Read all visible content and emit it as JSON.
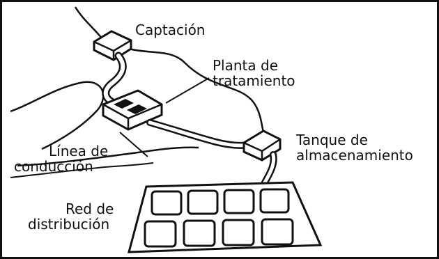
{
  "labels": {
    "captacion": "Captación",
    "planta_l1": "Planta de",
    "planta_l2": "tratamiento",
    "tanque_l1": "Tanque de",
    "tanque_l2": "almacenamiento",
    "linea_l1": "Línea de",
    "linea_l2": "conducción",
    "red_l1": "Red de",
    "red_l2": "distribución"
  },
  "colors": {
    "ink": "#111111",
    "background": "#ffffff"
  }
}
